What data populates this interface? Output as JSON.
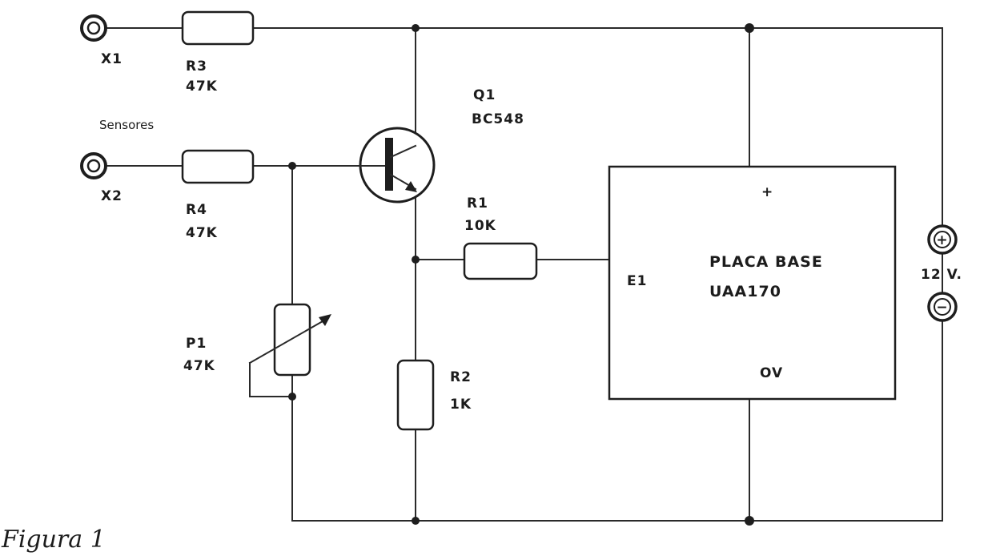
{
  "labels": {
    "x1": "X1",
    "x2": "X2",
    "sensores": "Sensores",
    "r3_name": "R3",
    "r3_value": "47K",
    "r4_name": "R4",
    "r4_value": "47K",
    "q1_name": "Q1",
    "q1_part": "BC548",
    "r1_name": "R1",
    "r1_value": "10K",
    "e1": "E1",
    "p1_name": "P1",
    "p1_value": "47K",
    "r2_name": "R2",
    "r2_value": "1K",
    "plus_pin": "+",
    "ov_pin": "OV",
    "block_line1": "PLACA BASE",
    "block_line2": "UAA170",
    "battery_plus": "+",
    "battery_minus": "−",
    "battery_voltage": "12 V.",
    "caption": "Figura 1"
  }
}
